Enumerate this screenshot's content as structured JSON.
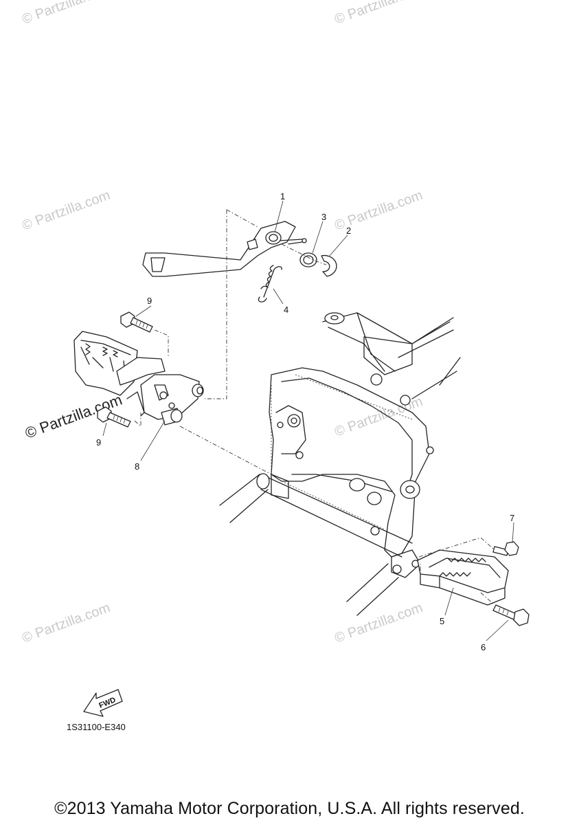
{
  "watermark": {
    "text": "© Partzilla.com",
    "prominent_text": "© Partzilla.com"
  },
  "parts": {
    "callouts": [
      "1",
      "2",
      "3",
      "4",
      "5",
      "6",
      "7",
      "8",
      "9",
      "9"
    ]
  },
  "fwd_label": "FWD",
  "diagram_code": "1S31100-E340",
  "footer": {
    "copyright": "©2013 Yamaha Motor Corporation, U.S.A. All rights reserved."
  }
}
